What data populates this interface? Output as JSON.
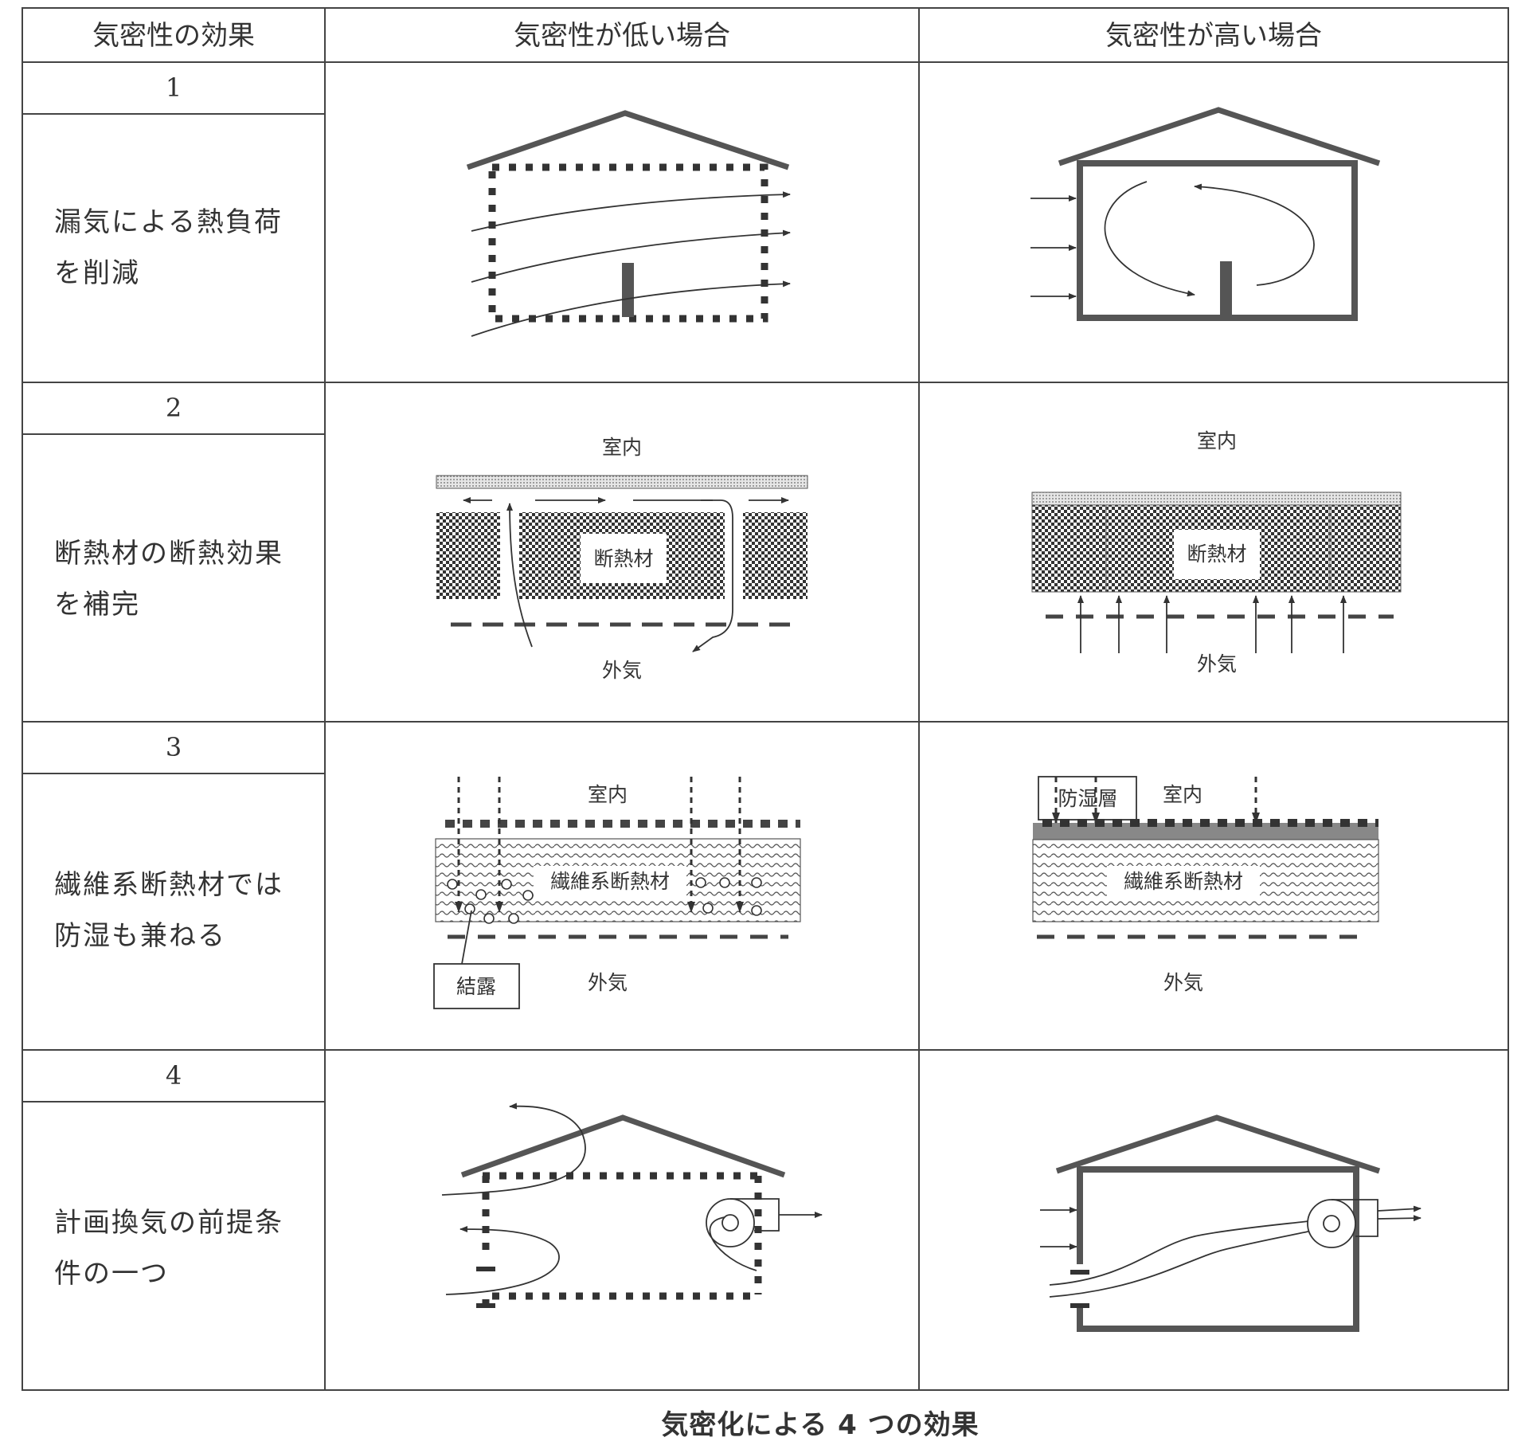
{
  "headers": {
    "effect": "気密性の効果",
    "low": "気密性が低い場合",
    "high": "気密性が高い場合"
  },
  "rows": [
    {
      "number": "1",
      "desc1": "漏気による熱負荷",
      "desc2": "を削減"
    },
    {
      "number": "2",
      "desc1": "断熱材の断熱効果",
      "desc2": "を補完"
    },
    {
      "number": "3",
      "desc1": "繊維系断熱材では",
      "desc2": "防湿も兼ねる"
    },
    {
      "number": "4",
      "desc1": "計画換気の前提条",
      "desc2": "件の一つ"
    }
  ],
  "labels": {
    "indoor": "室内",
    "outdoor": "外気",
    "insulation": "断熱材",
    "fiber_insulation": "繊維系断熱材",
    "condensation": "結露",
    "vapor_barrier": "防湿層"
  },
  "caption": "気密化による 4 つの効果"
}
